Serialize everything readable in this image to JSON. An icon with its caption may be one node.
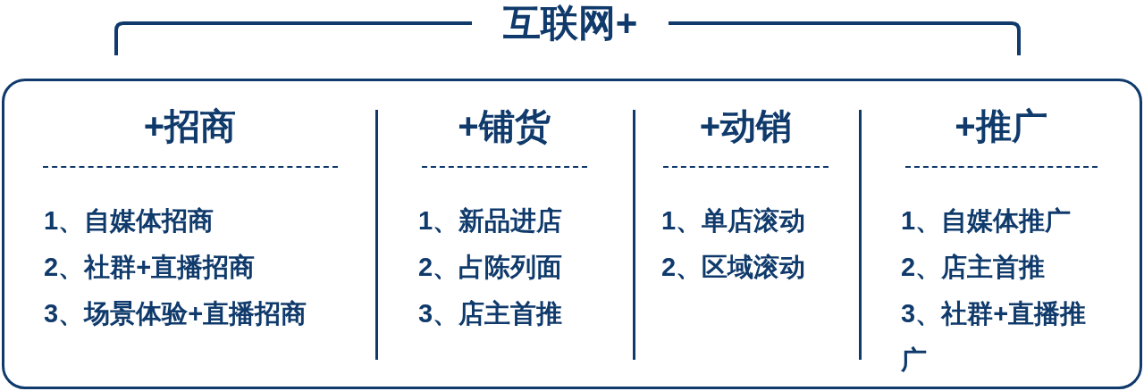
{
  "diagram": {
    "title": "互联网+",
    "nodes": [
      {
        "text": [],
        "shape": "box"
      },
      {
        "text": [
          "+招商",
          "1、自媒体招商",
          "2、社群+直播招商",
          "3、场景体验+直播招商"
        ],
        "in": 0
      },
      {
        "text": [
          "+铺货",
          "1、新品进店",
          "2、占陈列面",
          "3、店主首推"
        ],
        "in": 0
      },
      {
        "text": [
          "+动销",
          "1、单店滚动",
          "2、区域滚动"
        ],
        "in": 0
      },
      {
        "text": [
          "+推广",
          "1、自媒体推广",
          "2、店主首推",
          "3、社群+直播推广"
        ],
        "in": 0
      }
    ],
    "edges": []
  }
}
